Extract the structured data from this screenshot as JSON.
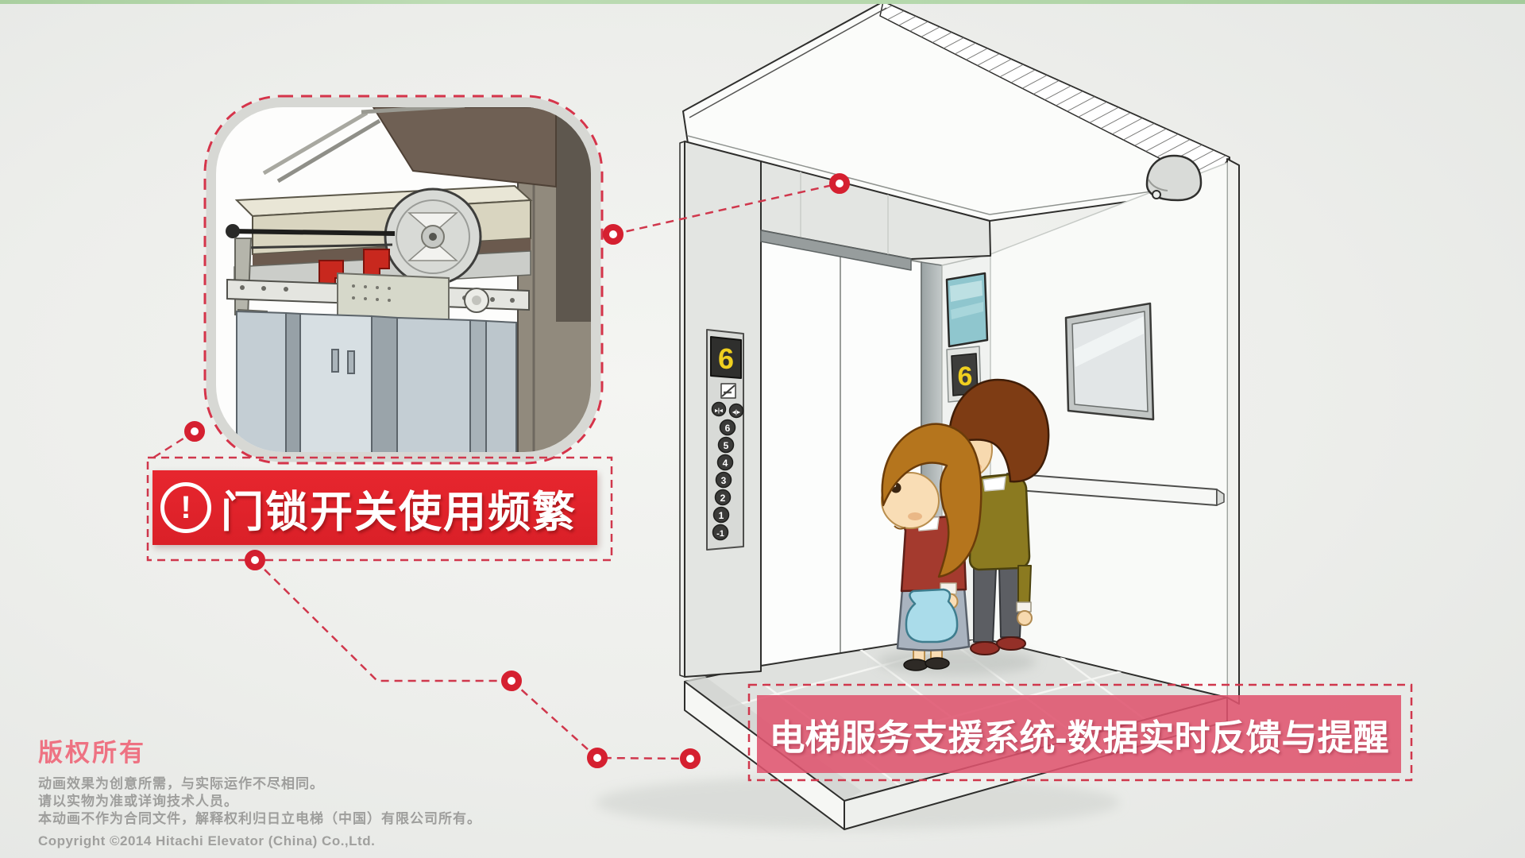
{
  "callout": {
    "label": "门锁开关使用频繁",
    "exclamation_mark": "!"
  },
  "bottom_banner": {
    "label": "电梯服务支援系统-数据实时反馈与提醒"
  },
  "elevator": {
    "car_display_floor": "6",
    "hall_display_floor": "6",
    "panel_buttons": [
      "6",
      "5",
      "4",
      "3",
      "2",
      "1",
      "-1"
    ],
    "door_close_glyph": "▸|◂",
    "door_open_glyph": "◂|▸"
  },
  "footer": {
    "title": "版权所有",
    "line1": "动画效果为创意所需，与实际运作不尽相同。",
    "line2": "请以实物为准或详询技术人员。",
    "line3": "本动画不作为合同文件，解释权利归日立电梯（中国）有限公司所有。",
    "line4": "Copyright ©2014 Hitachi Elevator (China) Co.,Ltd."
  },
  "colors": {
    "accent_red": "#d8232f",
    "banner_red": "#e02329",
    "banner_pink": "#e05a72",
    "copyright_pink": "#ee7282",
    "digit_yellow": "#f0d01f",
    "top_strip_green": "#b2d6a8"
  }
}
